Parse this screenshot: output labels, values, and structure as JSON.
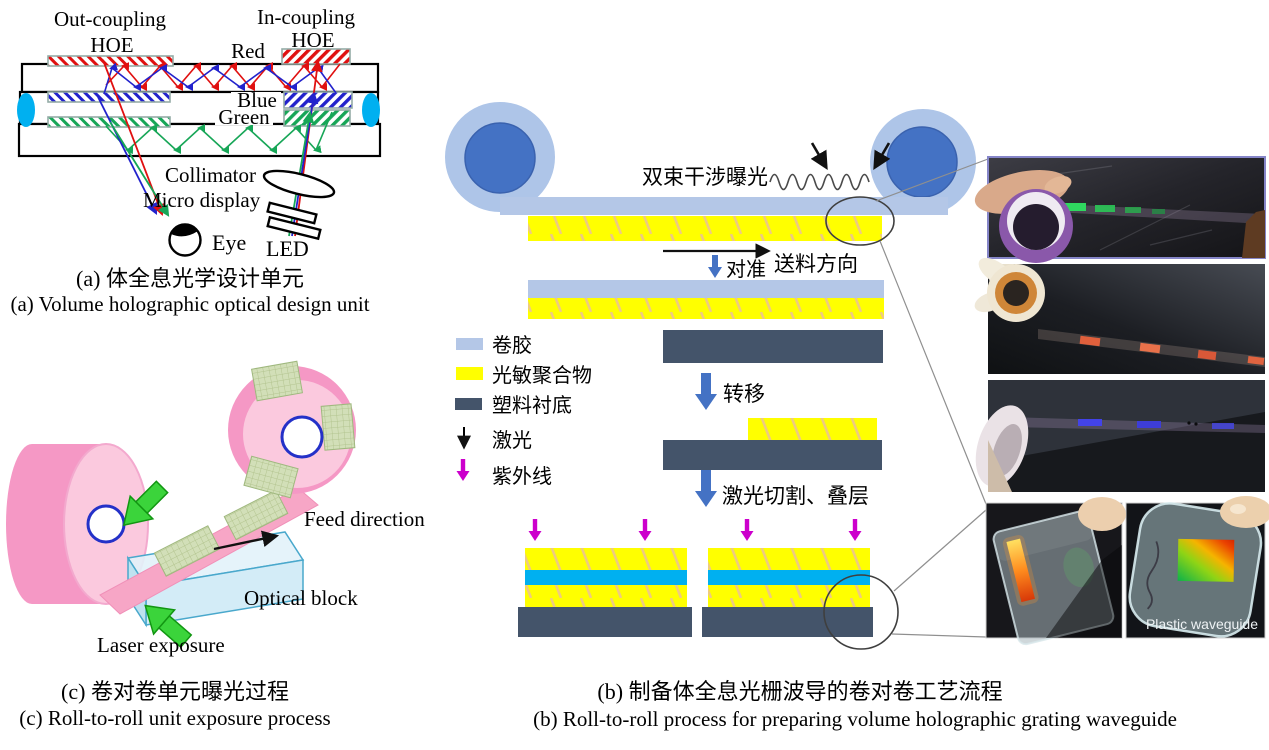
{
  "panel_a": {
    "labels": {
      "out_coupling": "Out-coupling",
      "out_hoe": "HOE",
      "in_coupling": "In-coupling",
      "in_hoe": "HOE",
      "red": "Red",
      "blue": "Blue",
      "green": "Green",
      "collimator": "Collimator",
      "micro_display": "Micro display",
      "led": "LED",
      "eye": "Eye"
    },
    "caption_zh": "(a) 体全息光学设计单元",
    "caption_en": "(a) Volume holographic optical design unit",
    "colors": {
      "red_beam": "#e01010",
      "blue_beam": "#2222cc",
      "green_beam": "#17a657",
      "edge_prism": "#00b0f0"
    }
  },
  "panel_b": {
    "labels": {
      "exposure": "双束干涉曝光",
      "feed": "送料方向",
      "align": "对准",
      "transfer": "转移",
      "cut": "激光切割、叠层"
    },
    "legend": [
      {
        "label": "卷胶",
        "color": "#b4c7e7"
      },
      {
        "label": "光敏聚合物",
        "color": "#ffff00"
      },
      {
        "label": "塑料衬底",
        "color": "#44546a"
      },
      {
        "label": "激光",
        "color": "#000000"
      },
      {
        "label": "紫外线",
        "color": "#cc00cc"
      }
    ],
    "caption_zh": "(b) 制备体全息光栅波导的卷对卷工艺流程",
    "caption_en": "(b) Roll-to-roll process for preparing volume holographic grating waveguide",
    "colors": {
      "roller_outer": "#aec5e8",
      "roller_core": "#4472c4",
      "film": "#b4c7e7",
      "polymer": "#ffff00",
      "substrate": "#44546a",
      "waveguide_core": "#00b0f0",
      "process_arrow": "#4472c4",
      "uv": "#cc00cc"
    }
  },
  "panel_c": {
    "labels": {
      "feed_direction": "Feed direction",
      "optical_block": "Optical block",
      "laser_exposure": "Laser exposure"
    },
    "caption_zh": "(c) 卷对卷单元曝光过程",
    "caption_en": "(c) Roll-to-roll unit exposure process",
    "colors": {
      "roll": "#f598c5",
      "roll_face": "#fbc9de",
      "core_ring": "#2431c8",
      "film_patch": "#d2dfb8",
      "optical_block": "#dff2fb",
      "laser": "#3bd43b"
    }
  },
  "photos": {
    "plastic_waveguide_label": "Plastic waveguide"
  }
}
